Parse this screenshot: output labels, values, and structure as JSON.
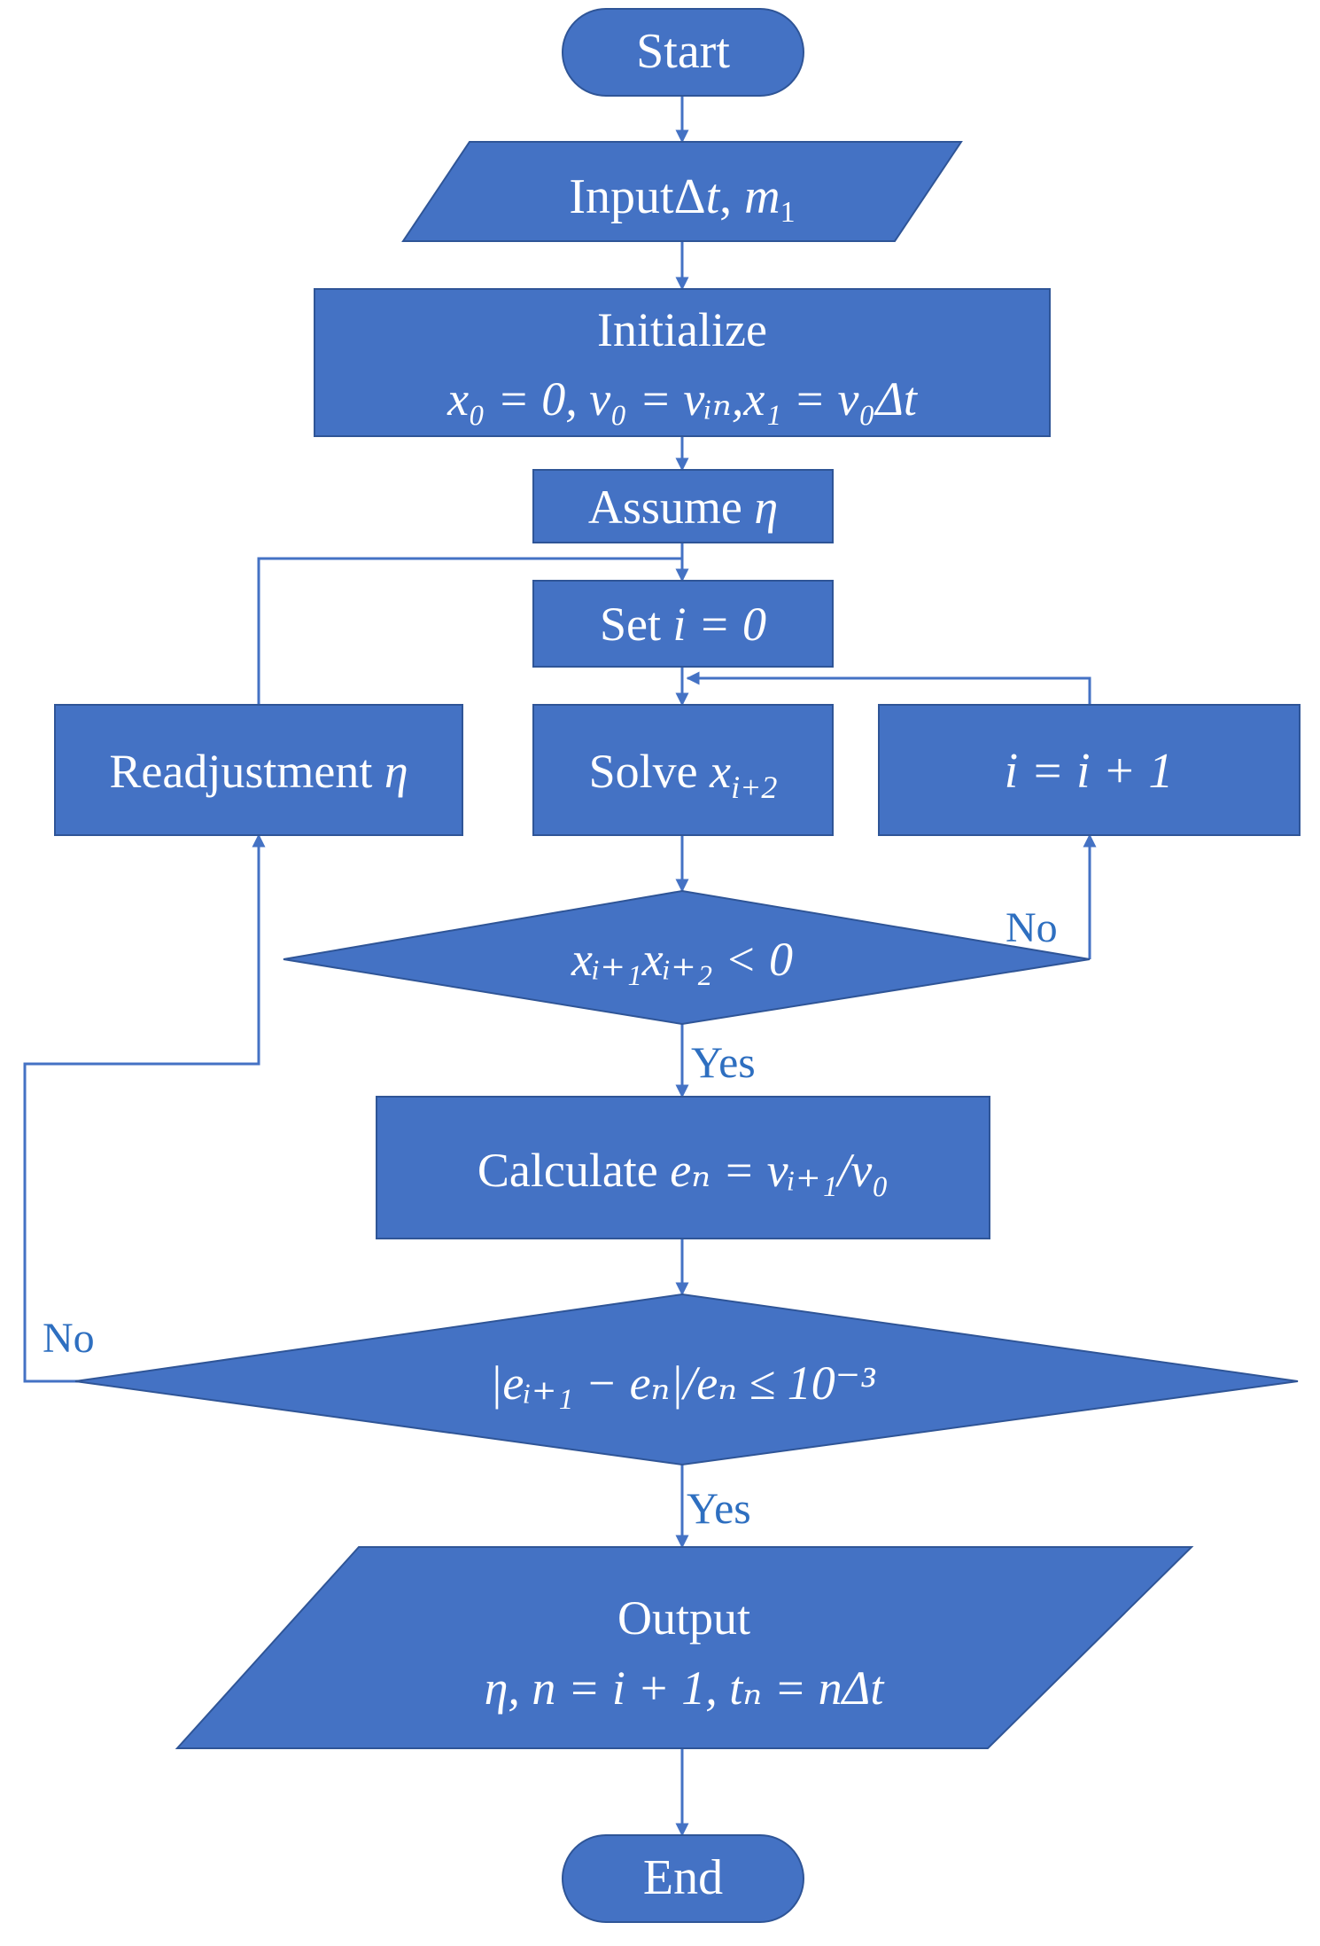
{
  "flowchart": {
    "start": "Start",
    "input": {
      "word": "Input",
      "math_parts": [
        "Δ",
        "t",
        ", ",
        "m",
        "1"
      ]
    },
    "initialize": {
      "title": "Initialize",
      "formula": "x₀ = 0, v₀ = vᵢₙ,x₁ = v₀Δt"
    },
    "assume": {
      "word": "Assume",
      "symbol": "η"
    },
    "set_i": {
      "word": "Set",
      "formula": "i = 0"
    },
    "readjust": {
      "word": "Readjustment",
      "symbol": "η"
    },
    "solve": {
      "word": "Solve",
      "var": "x",
      "sub": "i+2"
    },
    "increment": {
      "formula": "i = i + 1"
    },
    "decision1": {
      "formula": "xᵢ₊₁xᵢ₊₂ < 0"
    },
    "calculate": {
      "word": "Calculate",
      "formula": "eₙ = vᵢ₊₁/v₀"
    },
    "decision2": {
      "formula": "|eᵢ₊₁ − eₙ|/eₙ ≤ 10⁻³"
    },
    "output": {
      "title": "Output",
      "formula": "η, n = i + 1, tₙ = nΔt"
    },
    "end": "End",
    "labels": {
      "no_1": "No",
      "yes_1": "Yes",
      "no_2": "No",
      "yes_2": "Yes"
    }
  }
}
